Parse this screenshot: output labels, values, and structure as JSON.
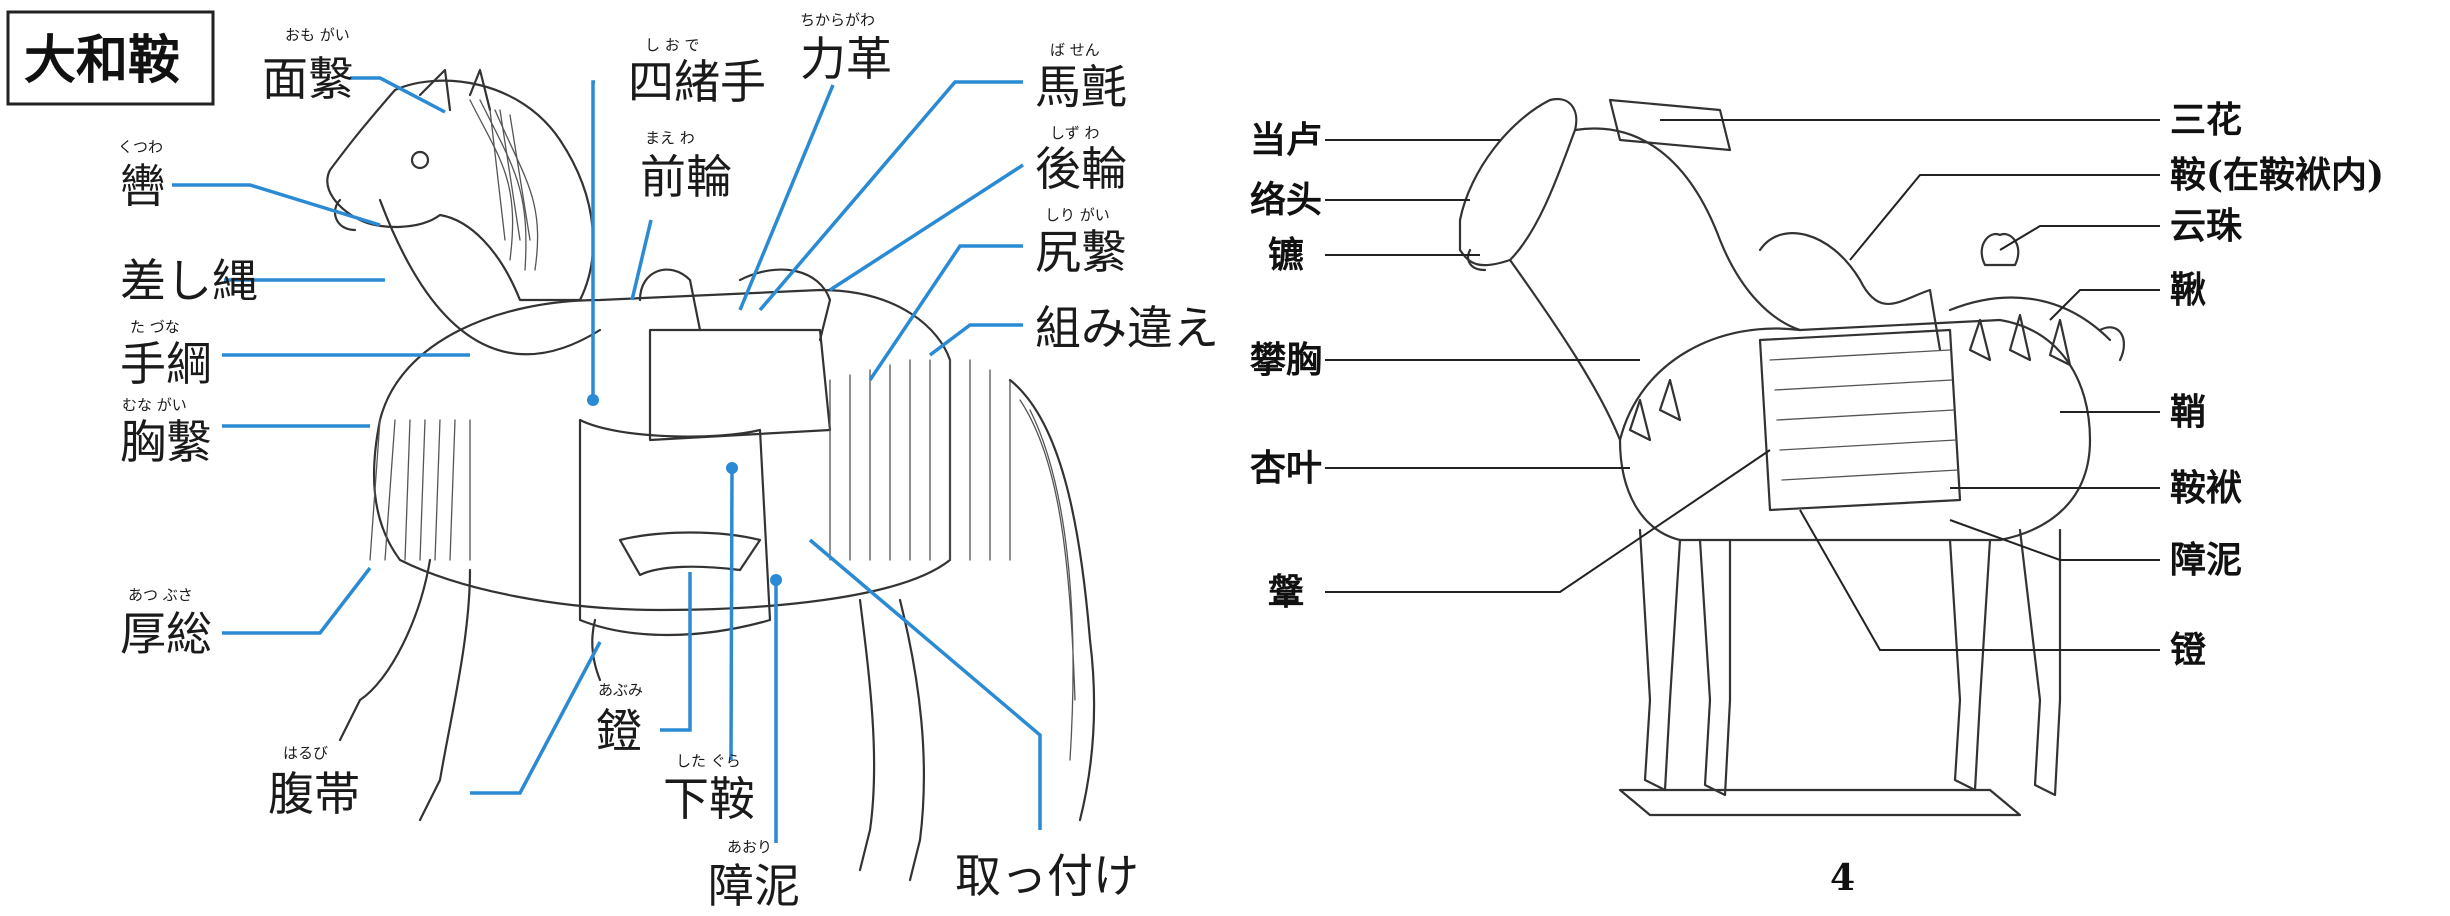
{
  "left_diagram": {
    "title": "大和鞍",
    "labels": [
      {
        "id": "omogai",
        "text": "面繫",
        "ruby": "おも がい"
      },
      {
        "id": "kutsuwa",
        "text": "轡",
        "ruby": "くつわ"
      },
      {
        "id": "sashinawa",
        "text": "差し縄",
        "ruby": ""
      },
      {
        "id": "tazuna",
        "text": "手綱",
        "ruby": "た づな"
      },
      {
        "id": "munagai",
        "text": "胸繫",
        "ruby": "むな がい"
      },
      {
        "id": "atsubusa",
        "text": "厚総",
        "ruby": "あつ ぶさ"
      },
      {
        "id": "haruobi",
        "text": "腹帯",
        "ruby": "はるび"
      },
      {
        "id": "abumi",
        "text": "鐙",
        "ruby": "あぶみ"
      },
      {
        "id": "shitagura",
        "text": "下鞍",
        "ruby": "した ぐら"
      },
      {
        "id": "aori",
        "text": "障泥",
        "ruby": "あおり"
      },
      {
        "id": "shiode",
        "text": "四緒手",
        "ruby": "し お で"
      },
      {
        "id": "maewa",
        "text": "前輪",
        "ruby": "まえ わ"
      },
      {
        "id": "chikaragawa",
        "text": "力革",
        "ruby": "ちからがわ"
      },
      {
        "id": "basen",
        "text": "馬氈",
        "ruby": "ば せん"
      },
      {
        "id": "shizuwa",
        "text": "後輪",
        "ruby": "しず わ"
      },
      {
        "id": "shirigai",
        "text": "尻繫",
        "ruby": "しり がい"
      },
      {
        "id": "kumichigae",
        "text": "組み違え",
        "ruby": ""
      },
      {
        "id": "toritsuke",
        "text": "取っ付け",
        "ruby": ""
      }
    ]
  },
  "right_diagram": {
    "labels_left": [
      {
        "id": "danglu",
        "text": "当卢"
      },
      {
        "id": "luotou",
        "text": "络头"
      },
      {
        "id": "biao",
        "text": "镳"
      },
      {
        "id": "panxiong",
        "text": "攀胸"
      },
      {
        "id": "xingye",
        "text": "杏叶"
      },
      {
        "id": "ban",
        "text": "鞶"
      }
    ],
    "labels_right": [
      {
        "id": "sanhua",
        "text": "三花"
      },
      {
        "id": "an",
        "text": "鞍(在鞍袱内)"
      },
      {
        "id": "yunzhu",
        "text": "云珠"
      },
      {
        "id": "qiu",
        "text": "鞦"
      },
      {
        "id": "shao",
        "text": "鞘"
      },
      {
        "id": "anfu",
        "text": "鞍袱"
      },
      {
        "id": "zhangni",
        "text": "障泥"
      },
      {
        "id": "deng",
        "text": "镫"
      }
    ],
    "figure_number": "4"
  },
  "colors": {
    "leader_blue": "#2a8ad4",
    "ink": "#1a1a1a"
  }
}
